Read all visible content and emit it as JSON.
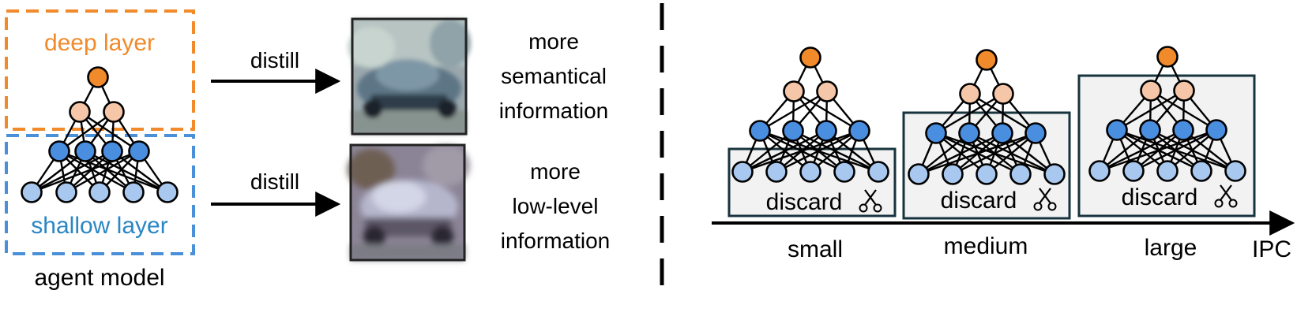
{
  "left": {
    "deep_layer_label": "deep layer",
    "shallow_layer_label": "shallow layer",
    "agent_model_label": "agent model",
    "deep_box_color": "#f08a2a",
    "shallow_box_color": "#4a90d9"
  },
  "middle": {
    "top": {
      "arrow_label": "distill",
      "desc_lines": [
        "more",
        "semantical",
        "information"
      ]
    },
    "bottom": {
      "arrow_label": "distill",
      "desc_lines": [
        "more",
        "low-level",
        "information"
      ]
    }
  },
  "right": {
    "axis_label": "IPC",
    "discard_label": "discard",
    "scissors_icon": "scissors-icon",
    "groups": [
      {
        "size_label": "small"
      },
      {
        "size_label": "medium"
      },
      {
        "size_label": "large"
      }
    ]
  },
  "colors": {
    "node_top": "#f08a2a",
    "node_second": "#f5c6a8",
    "node_third": "#4a8ee0",
    "node_bottom": "#a8c8ef",
    "discard_fill": "#f2f2f2",
    "discard_stroke": "#17333d",
    "shallow_text": "#2a86c4",
    "deep_text": "#f08a2a"
  }
}
